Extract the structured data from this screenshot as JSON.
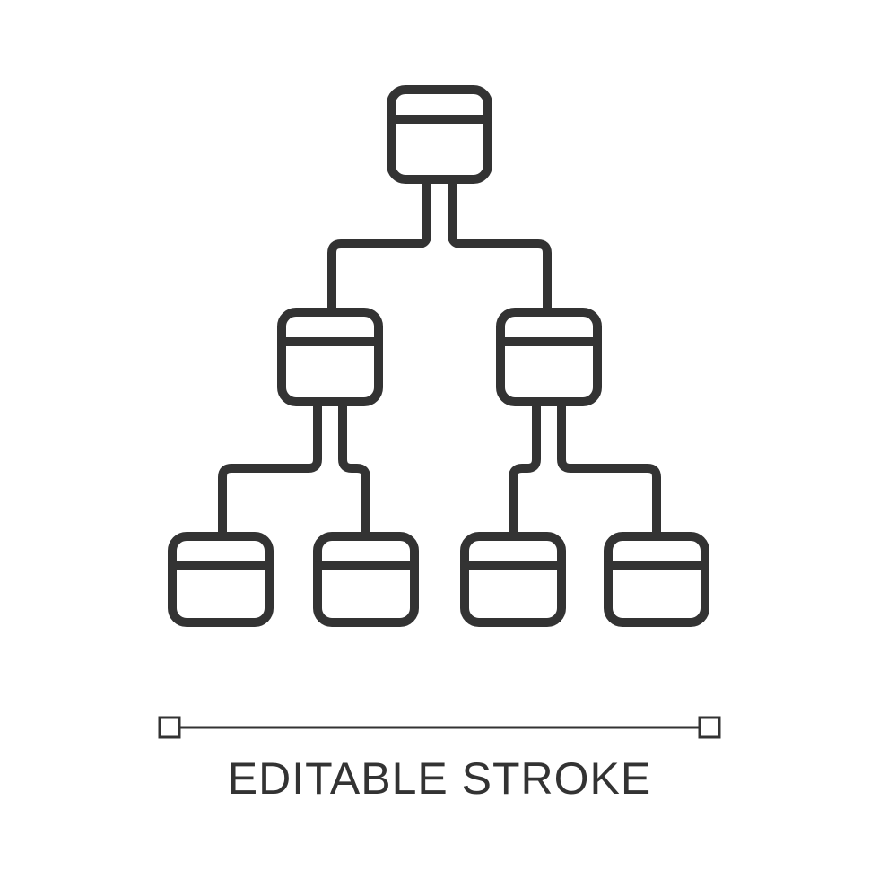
{
  "caption": "EDITABLE STROKE",
  "stroke_color": "#333333",
  "icon_name": "hierarchy-tree-icon",
  "tree": {
    "levels": [
      1,
      2,
      4
    ],
    "node_icon": "card-node-icon"
  }
}
